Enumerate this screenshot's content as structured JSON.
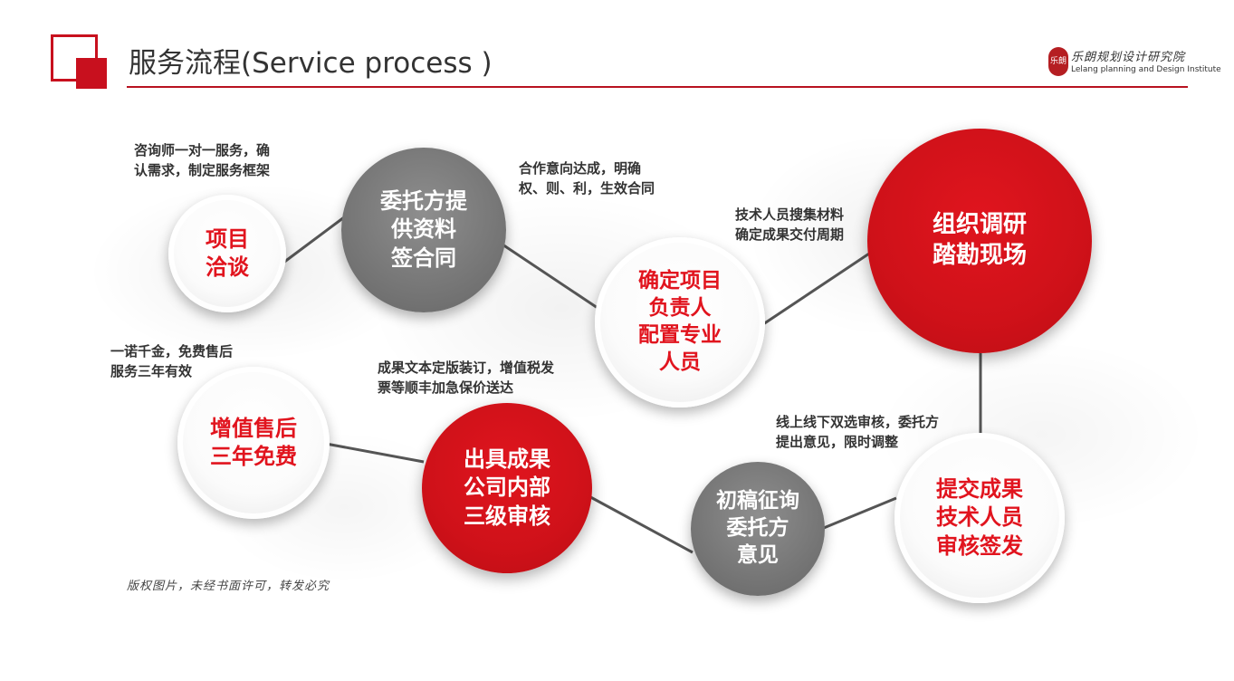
{
  "header": {
    "title": "服务流程(Service process )",
    "brand_cn": "乐朗规划设计研究院",
    "brand_en": "Lelang planning and Design Institute",
    "brand_seal": "乐朗"
  },
  "steps": [
    {
      "label": "项目\n洽谈",
      "note": "咨询师一对一服务，确\n认需求，制定服务框架"
    },
    {
      "label": "委托方提\n供资料\n签合同",
      "note": "合作意向达成，明确\n权、则、利，生效合同"
    },
    {
      "label": "确定项目\n负责人\n配置专业\n人员",
      "note": "技术人员搜集材料\n确定成果交付周期"
    },
    {
      "label": "组织调研\n踏勘现场",
      "note": ""
    },
    {
      "label": "提交成果\n技术人员\n审核签发",
      "note": "线上线下双选审核，委托方\n提出意见，限时调整"
    },
    {
      "label": "初稿征询\n委托方\n意见",
      "note": ""
    },
    {
      "label": "出具成果\n公司内部\n三级审核",
      "note": "成果文本定版装订，增值税发\n票等顺丰加急保价送达"
    },
    {
      "label": "增值售后\n三年免费",
      "note": "一诺千金，免费售后\n服务三年有效"
    }
  ],
  "footer": {
    "copyright": "版权图片，未经书面许可，转发必究"
  },
  "colors": {
    "accent_red": "#c8101e",
    "node_grey": "#777777",
    "connector": "#555555"
  }
}
